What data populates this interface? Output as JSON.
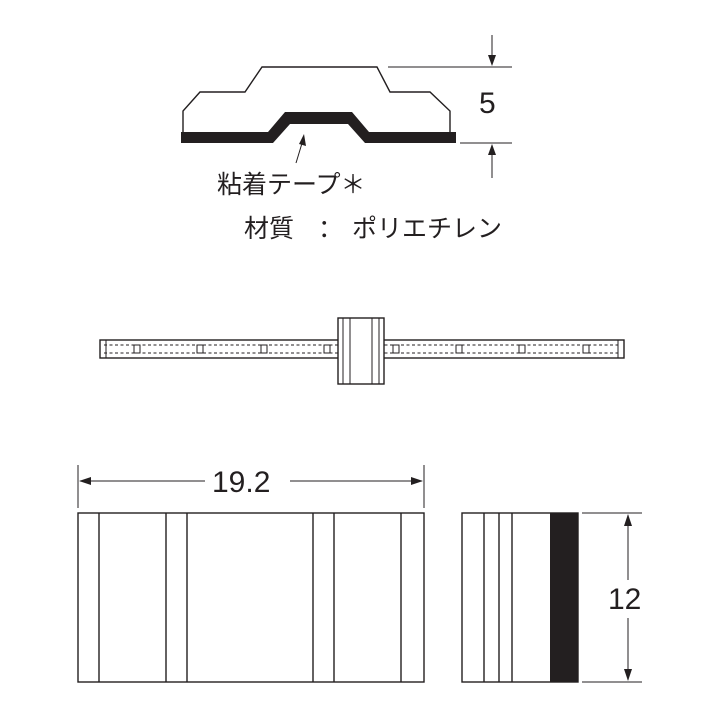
{
  "figure": {
    "callouts": {
      "adhesive_tape": "粘着テープ＊",
      "material_label": "材質",
      "material_separator": "：",
      "material_value": "ポリエチレン"
    },
    "dimensions": {
      "height": "5",
      "width": "19.2",
      "depth": "12"
    },
    "colors": {
      "line": "#231f20",
      "background": "#ffffff"
    }
  }
}
